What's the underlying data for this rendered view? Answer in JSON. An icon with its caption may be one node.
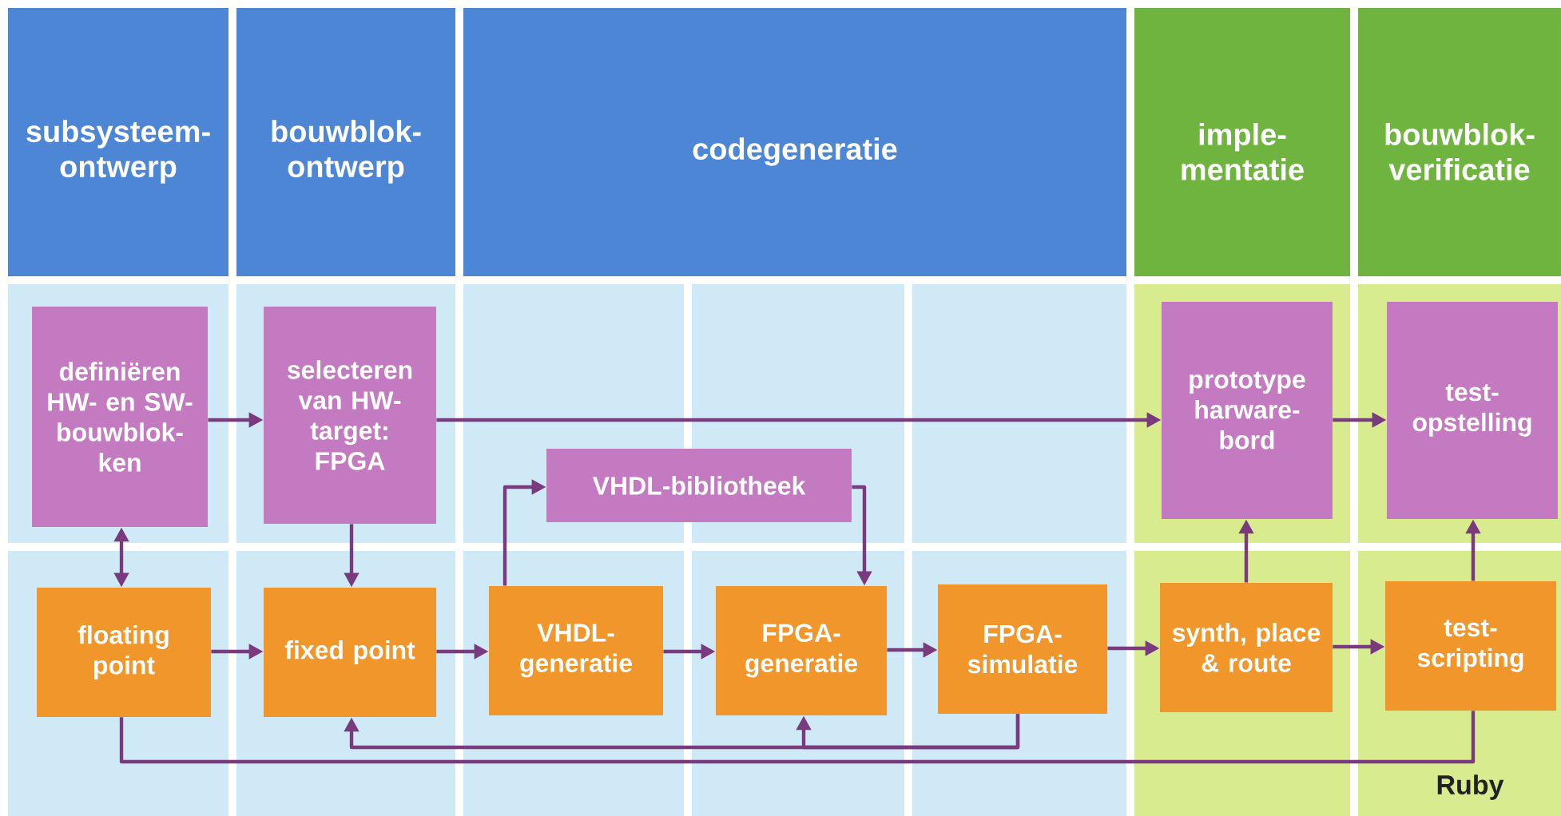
{
  "diagram": {
    "nodes": [
      {
        "text": [
          "subsysteem- ontwerp"
        ]
      },
      {
        "text": [
          "bouwblok- ontwerp"
        ]
      },
      {
        "text": [
          "codegeneratie"
        ]
      },
      {
        "text": [
          "imple- mentatie"
        ]
      },
      {
        "text": [
          "bouwblok- verificatie"
        ]
      },
      {
        "text": [
          "definiëren HW- en SW- bouwblok- ken"
        ]
      },
      {
        "text": [
          "selecteren van HW- target: FPGA"
        ]
      },
      {
        "text": [
          "VHDL-bibliotheek"
        ]
      },
      {
        "text": [
          "prototype harware- bord"
        ]
      },
      {
        "text": [
          "test- opstelling"
        ]
      },
      {
        "text": [
          "floating point"
        ]
      },
      {
        "text": [
          "fixed point"
        ]
      },
      {
        "text": [
          "VHDL- generatie"
        ]
      },
      {
        "text": [
          "FPGA- generatie"
        ]
      },
      {
        "text": [
          "FPGA- simulatie"
        ]
      },
      {
        "text": [
          "synth, place & route"
        ]
      },
      {
        "text": [
          "test- scripting"
        ]
      }
    ],
    "edges": [
      {
        "from": 5,
        "to": 6,
        "arrow": "to"
      },
      {
        "from": 6,
        "to": 8,
        "arrow": "to"
      },
      {
        "from": 8,
        "to": 9,
        "arrow": "to"
      },
      {
        "from": 5,
        "to": 10,
        "arrow": "both"
      },
      {
        "from": 6,
        "to": 11,
        "arrow": "to"
      },
      {
        "from": 10,
        "to": 11,
        "arrow": "to"
      },
      {
        "from": 11,
        "to": 12,
        "arrow": "to"
      },
      {
        "from": 12,
        "to": 7,
        "arrow": "to"
      },
      {
        "from": 7,
        "to": 13,
        "arrow": "to"
      },
      {
        "from": 12,
        "to": 13,
        "arrow": "to"
      },
      {
        "from": 13,
        "to": 14,
        "arrow": "to"
      },
      {
        "from": 14,
        "to": 15,
        "arrow": "to"
      },
      {
        "from": 15,
        "to": 8,
        "arrow": "to"
      },
      {
        "from": 15,
        "to": 16,
        "arrow": "to"
      },
      {
        "from": 16,
        "to": 9,
        "arrow": "to"
      },
      {
        "from": 14,
        "to": 11,
        "arrow": "to"
      },
      {
        "from": 14,
        "to": 13,
        "arrow": "to"
      },
      {
        "from": 10,
        "to": 16,
        "arrow": "none"
      }
    ],
    "labels": [
      "Ruby"
    ]
  }
}
